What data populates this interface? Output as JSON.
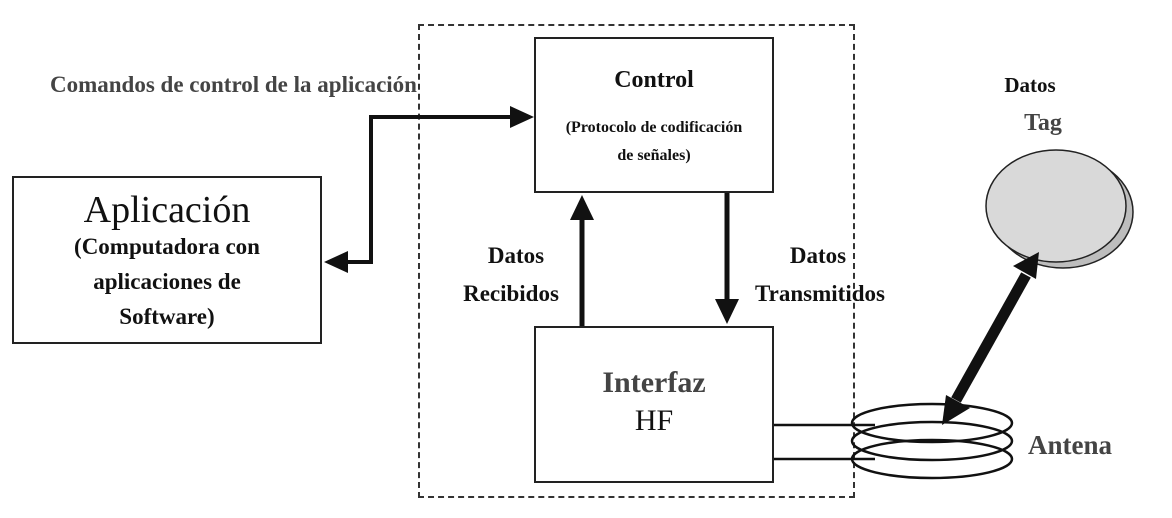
{
  "header_label": "Comandos de control de la aplicación",
  "application": {
    "title": "Aplicación",
    "line1": "(Computadora con",
    "line2": "aplicaciones de",
    "line3": "Software)"
  },
  "control": {
    "title": "Control",
    "line1": "(Protocolo de codificación",
    "line2": "de señales)"
  },
  "received": {
    "line1": "Datos",
    "line2": "Recibidos"
  },
  "transmitted": {
    "line1": "Datos",
    "line2": "Transmitidos"
  },
  "interface": {
    "line1": "Interfaz",
    "line2": "HF"
  },
  "tag": {
    "line1": "Datos",
    "line2": "Tag"
  },
  "antenna": {
    "label": "Antena"
  },
  "colors": {
    "stroke": "#111111",
    "tag_fill": "#d9d9d9",
    "tag_shadow": "#bdbdbd",
    "text_gray": "#444444"
  }
}
